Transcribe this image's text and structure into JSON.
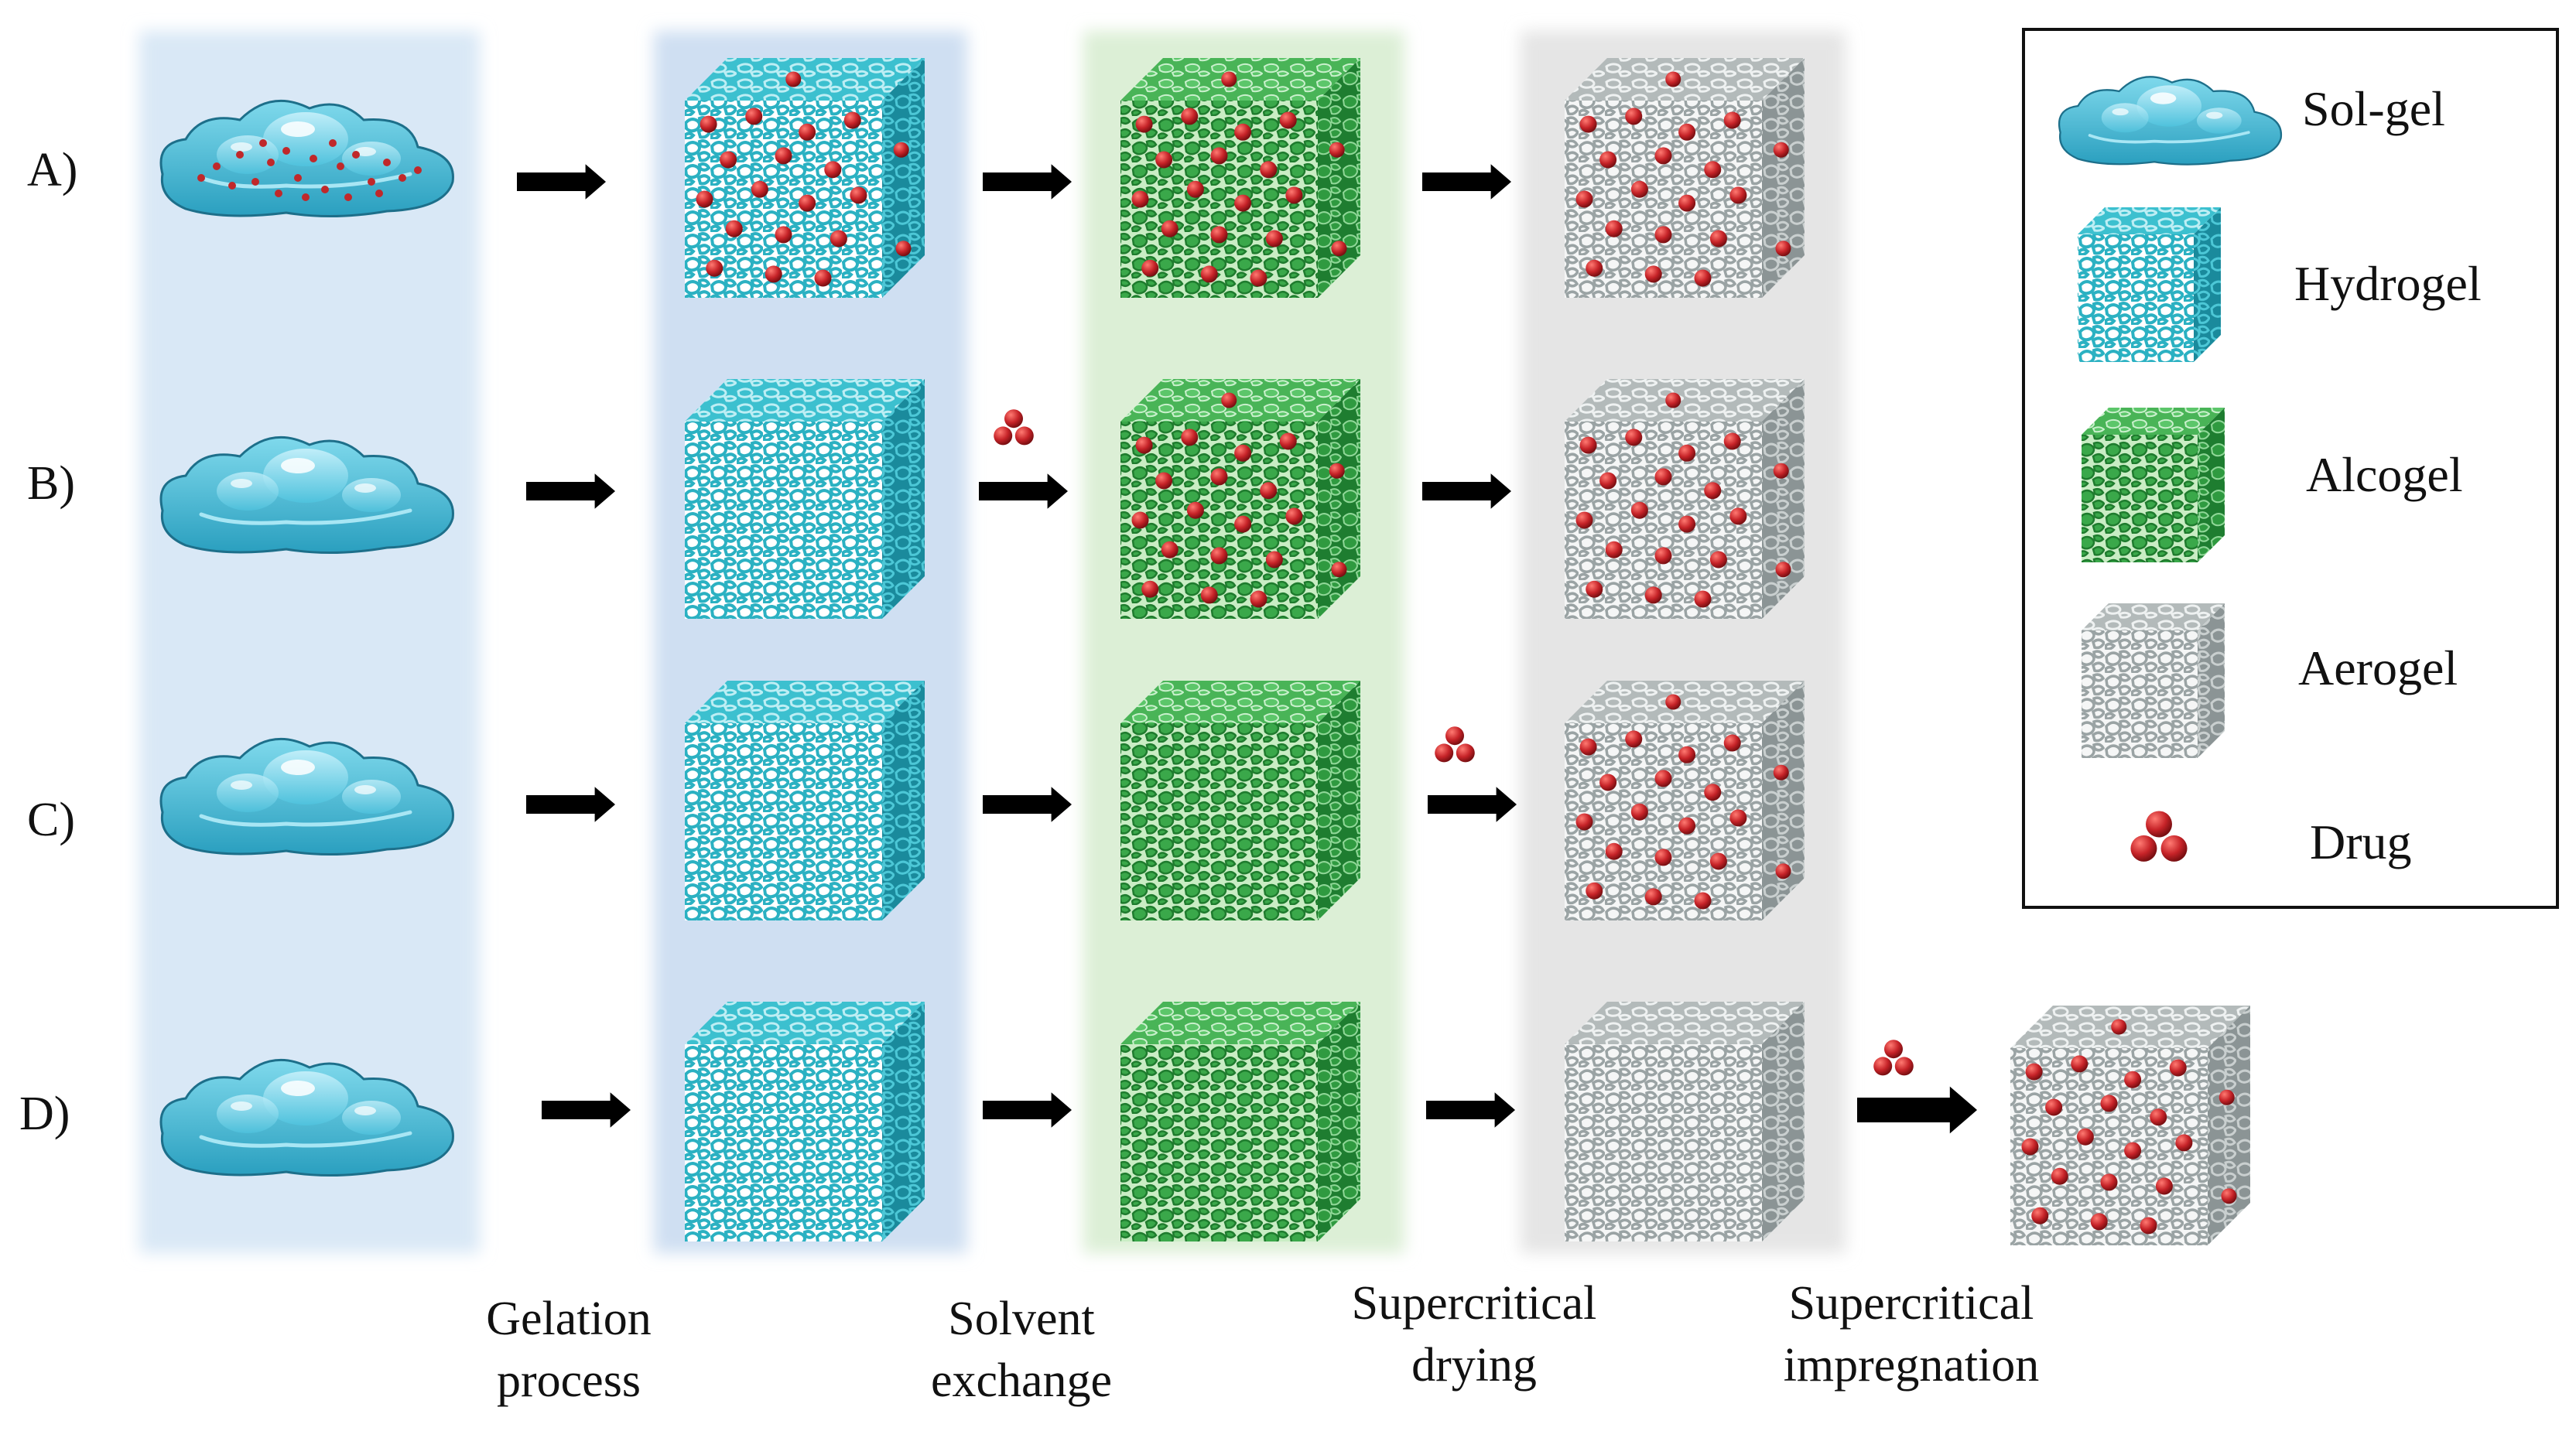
{
  "rows": [
    {
      "label": "A)"
    },
    {
      "label": "B)"
    },
    {
      "label": "C)"
    },
    {
      "label": "D)"
    }
  ],
  "steps": [
    {
      "line1": "Gelation",
      "line2": "process"
    },
    {
      "line1": "Solvent",
      "line2": "exchange"
    },
    {
      "line1": "Supercritical",
      "line2": "drying"
    },
    {
      "line1": "Supercritical",
      "line2": "impregnation"
    }
  ],
  "legend": {
    "sol_gel": "Sol-gel",
    "hydrogel": "Hydrogel",
    "alcogel": "Alcogel",
    "aerogel": "Aerogel",
    "drug": "Drug"
  },
  "colors": {
    "sol_gel": "#3fb7d1",
    "hydrogel": "#2bb1c2",
    "alcogel": "#3aa84a",
    "aerogel": "#a8b0b0",
    "drug": "#c0282a",
    "col_blue_light": "#dbe9f6",
    "col_blue": "#d3e2f3",
    "col_green": "#dff0d9",
    "col_grey": "#e6e6e6"
  }
}
